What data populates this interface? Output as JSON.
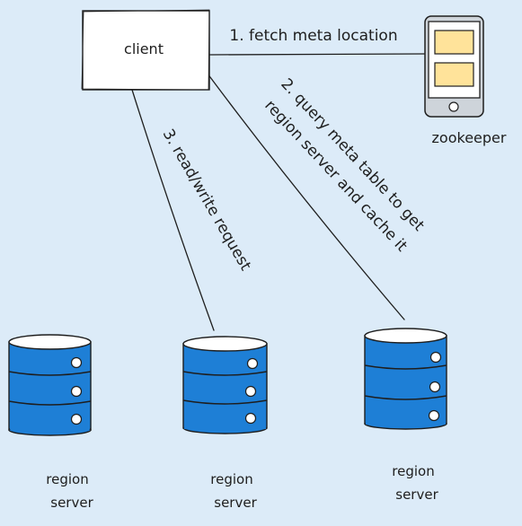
{
  "nodes": {
    "client": {
      "label": "client"
    },
    "zookeeper": {
      "label": "zookeeper"
    }
  },
  "servers": [
    {
      "line1": "region",
      "line2": "server"
    },
    {
      "line1": "region",
      "line2": "server"
    },
    {
      "line1": "region",
      "line2": "server"
    }
  ],
  "edges": {
    "fetch": "1. fetch meta location",
    "query_line1": "2. query meta table to get",
    "query_line2": "region server and cache it",
    "rw": "3. read/write request"
  },
  "colors": {
    "background": "#dcebf8",
    "stroke": "#1e1e1e",
    "server_fill": "#1e7fd6",
    "server_top": "#ffffff",
    "phone_fill": "#ced4da",
    "slot_fill": "#ffe39a"
  }
}
